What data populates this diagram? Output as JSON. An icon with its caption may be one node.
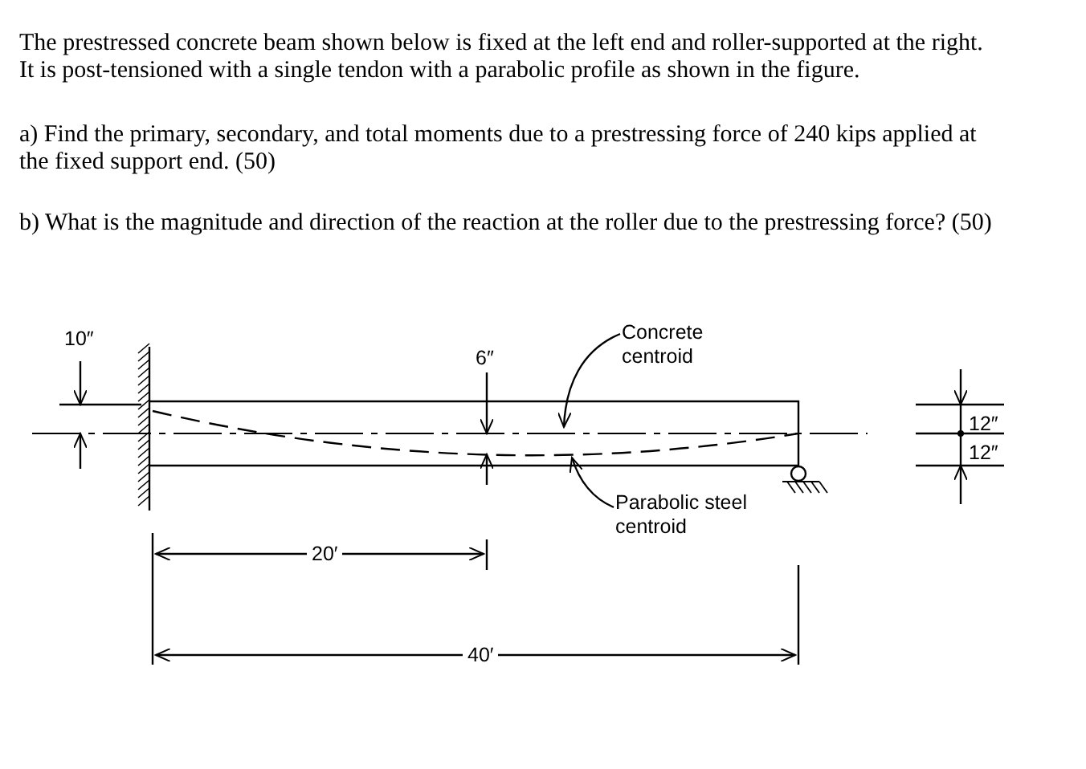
{
  "diagram": {
    "nodes": [
      {
        "text": [
          "Concrete centroid"
        ]
      },
      {
        "text": [
          "Parabolic steel centroid"
        ]
      }
    ],
    "edges": [
      {
        "from": 0,
        "to": null,
        "arrow": "to"
      },
      {
        "from": 1,
        "to": null,
        "arrow": "to"
      }
    ],
    "labels": [
      "The prestressed concrete beam shown below is fixed at the left end and roller-supported at the right. It is post-tensioned with a single tendon with a parabolic profile as shown in the figure.",
      "a) Find the primary, secondary, and total moments due to a prestressing force of 240 kips applied at the fixed support end. (50)",
      "b) What is the magnitude and direction of the reaction at the roller due to the prestressing force? (50)",
      "10″",
      "6″",
      "12″",
      "12″",
      "20′",
      "40′"
    ]
  }
}
